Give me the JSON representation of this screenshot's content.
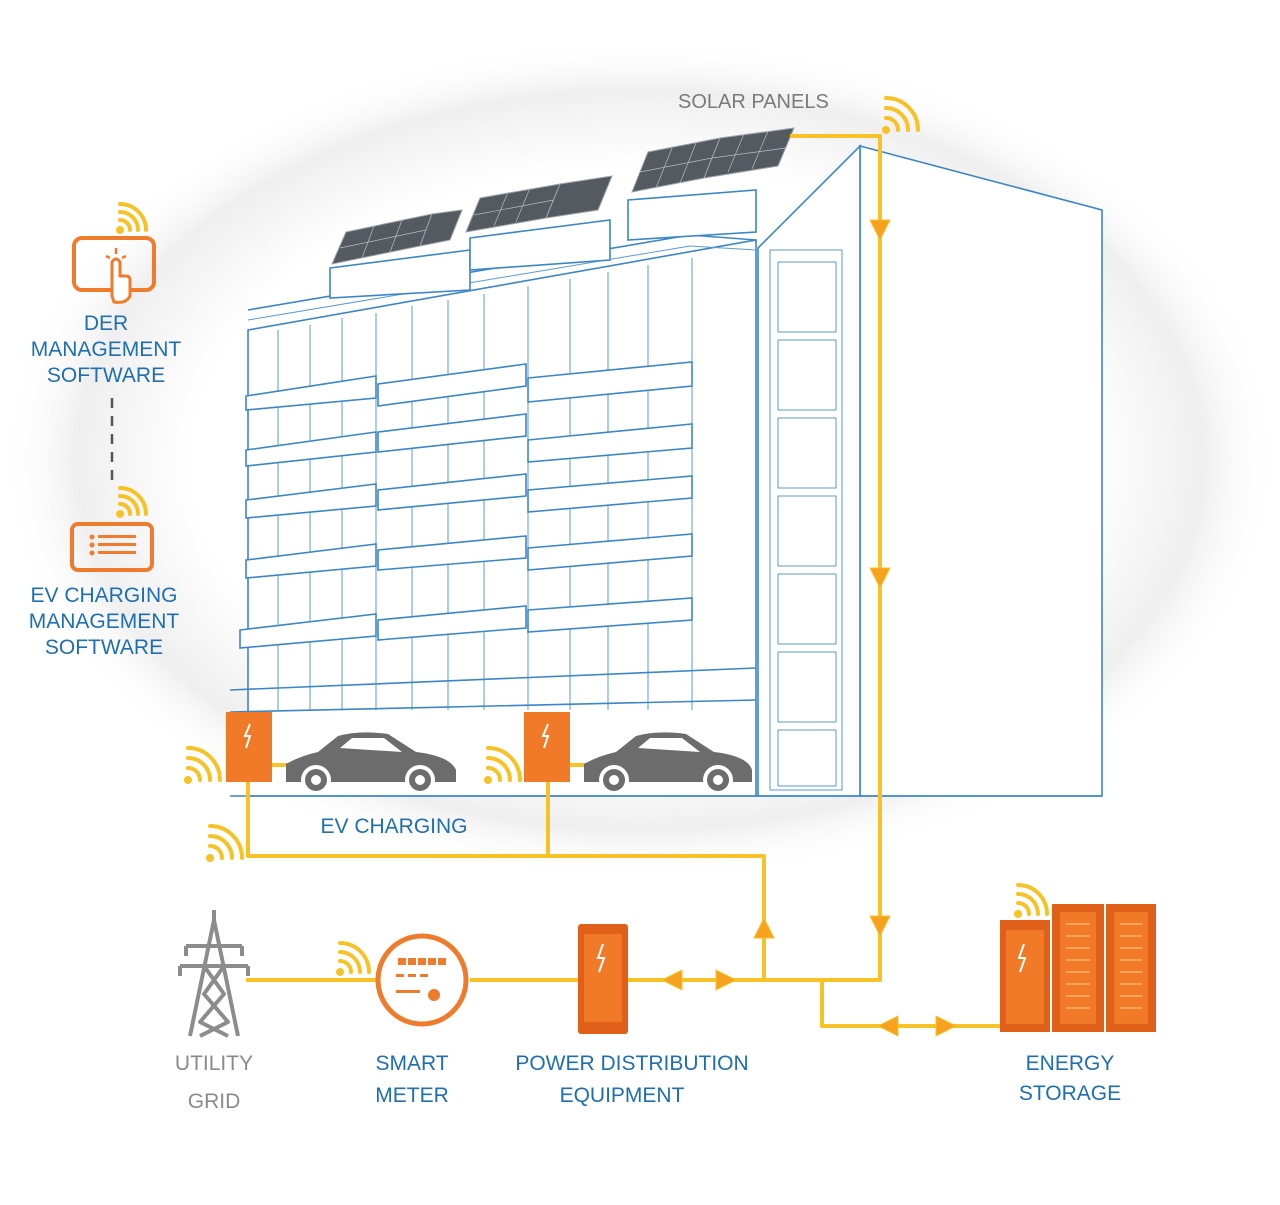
{
  "labels": {
    "solar_panels": "SOLAR PANELS",
    "der_line1": "DER",
    "der_line2": "MANAGEMENT",
    "der_line3": "SOFTWARE",
    "ev_sw_line1": "EV CHARGING",
    "ev_sw_line2": "MANAGEMENT",
    "ev_sw_line3": "SOFTWARE",
    "ev_charging": "EV CHARGING",
    "utility_line1": "UTILITY",
    "utility_line2": "GRID",
    "meter_line1": "SMART",
    "meter_line2": "METER",
    "pde_line1": "POWER DISTRIBUTION",
    "pde_line2": "EQUIPMENT",
    "storage_line1": "ENERGY",
    "storage_line2": "STORAGE"
  },
  "colors": {
    "wire": "#f6c226",
    "accent_orange": "#f07a28",
    "building_outline": "#3b86c6",
    "label_blue": "#1f6fb0",
    "label_gray": "#8a8a8a"
  },
  "icons": [
    "wifi-signal-icon",
    "touch-screen-icon",
    "list-screen-icon",
    "ev-charger-icon",
    "car-icon",
    "transmission-tower-icon",
    "smart-meter-icon",
    "distribution-cabinet-icon",
    "battery-rack-icon",
    "solar-panel-icon"
  ]
}
